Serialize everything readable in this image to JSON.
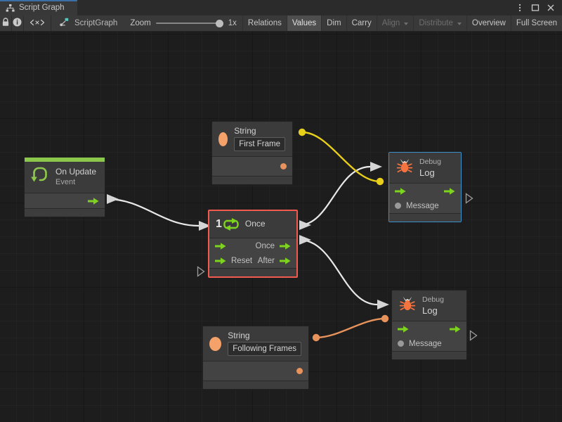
{
  "window": {
    "tab_label": "Script Graph",
    "tab_icon": "hierarchy-icon",
    "controls": [
      {
        "name": "kebab-menu-button",
        "glyph": "⋮"
      },
      {
        "name": "maximize-button",
        "glyph": "□"
      },
      {
        "name": "close-button",
        "glyph": "×"
      }
    ]
  },
  "toolbar": {
    "lock_icon": "lock-icon",
    "info_icon": "info-icon",
    "code_icon": "angle-brackets-icon",
    "graph_icon": "scriptgraph-icon",
    "graph_name": "ScriptGraph",
    "zoom_label": "Zoom",
    "zoom_value": "1x",
    "zoom_slider_percent": 100,
    "buttons": [
      {
        "label": "Relations",
        "state": "normal",
        "caret": false
      },
      {
        "label": "Values",
        "state": "active",
        "caret": false
      },
      {
        "label": "Dim",
        "state": "normal",
        "caret": false
      },
      {
        "label": "Carry",
        "state": "normal",
        "caret": false
      },
      {
        "label": "Align",
        "state": "disabled",
        "caret": true
      },
      {
        "label": "Distribute",
        "state": "disabled",
        "caret": true
      },
      {
        "label": "Overview",
        "state": "normal",
        "caret": false
      },
      {
        "label": "Full Screen",
        "state": "normal",
        "caret": false
      }
    ]
  },
  "colors": {
    "accent_green": "#8cc84b",
    "flow_arrow_green": "#7ed321",
    "string_orange": "#e8935c",
    "wire_yellow": "#e8cf1b",
    "wire_white": "#e8e8e8",
    "selection_red": "#f05a4f",
    "selection_blue": "#3d8fc9",
    "canvas_bg": "#1d1d1d",
    "node_bg": "#3b3b3b"
  },
  "nodes": {
    "on_update": {
      "title": "On Update",
      "subtitle": "Event",
      "icon": "update-loop-icon",
      "selected": false
    },
    "string_first": {
      "title": "String",
      "value": "First Frame",
      "icon": "string-circle-icon",
      "selected": false
    },
    "string_following": {
      "title": "String",
      "value": "Following Frames",
      "icon": "string-circle-icon",
      "selected": false
    },
    "once": {
      "title": "Once",
      "badge": "1",
      "icon": "once-loop-icon",
      "selected": true,
      "selection_color": "red",
      "input_reset": "Reset",
      "output_once": "Once",
      "output_after": "After"
    },
    "debug_log_top": {
      "title_small": "Debug",
      "title_big": "Log",
      "icon": "bug-icon",
      "message_label": "Message",
      "selected": true,
      "selection_color": "blue"
    },
    "debug_log_bottom": {
      "title_small": "Debug",
      "title_big": "Log",
      "icon": "bug-icon",
      "message_label": "Message",
      "selected": false
    }
  },
  "connections": [
    {
      "name": "onupdate-to-once",
      "color": "#e8e8e8",
      "kind": "flow"
    },
    {
      "name": "once-out-to-debug-top",
      "color": "#e8e8e8",
      "kind": "flow"
    },
    {
      "name": "after-out-to-debug-bottom",
      "color": "#e8e8e8",
      "kind": "flow"
    },
    {
      "name": "string-first-to-debug-top-message",
      "color": "#e8cf1b",
      "kind": "value"
    },
    {
      "name": "string-following-to-debug-bottom-message",
      "color": "#e8935c",
      "kind": "value"
    }
  ]
}
